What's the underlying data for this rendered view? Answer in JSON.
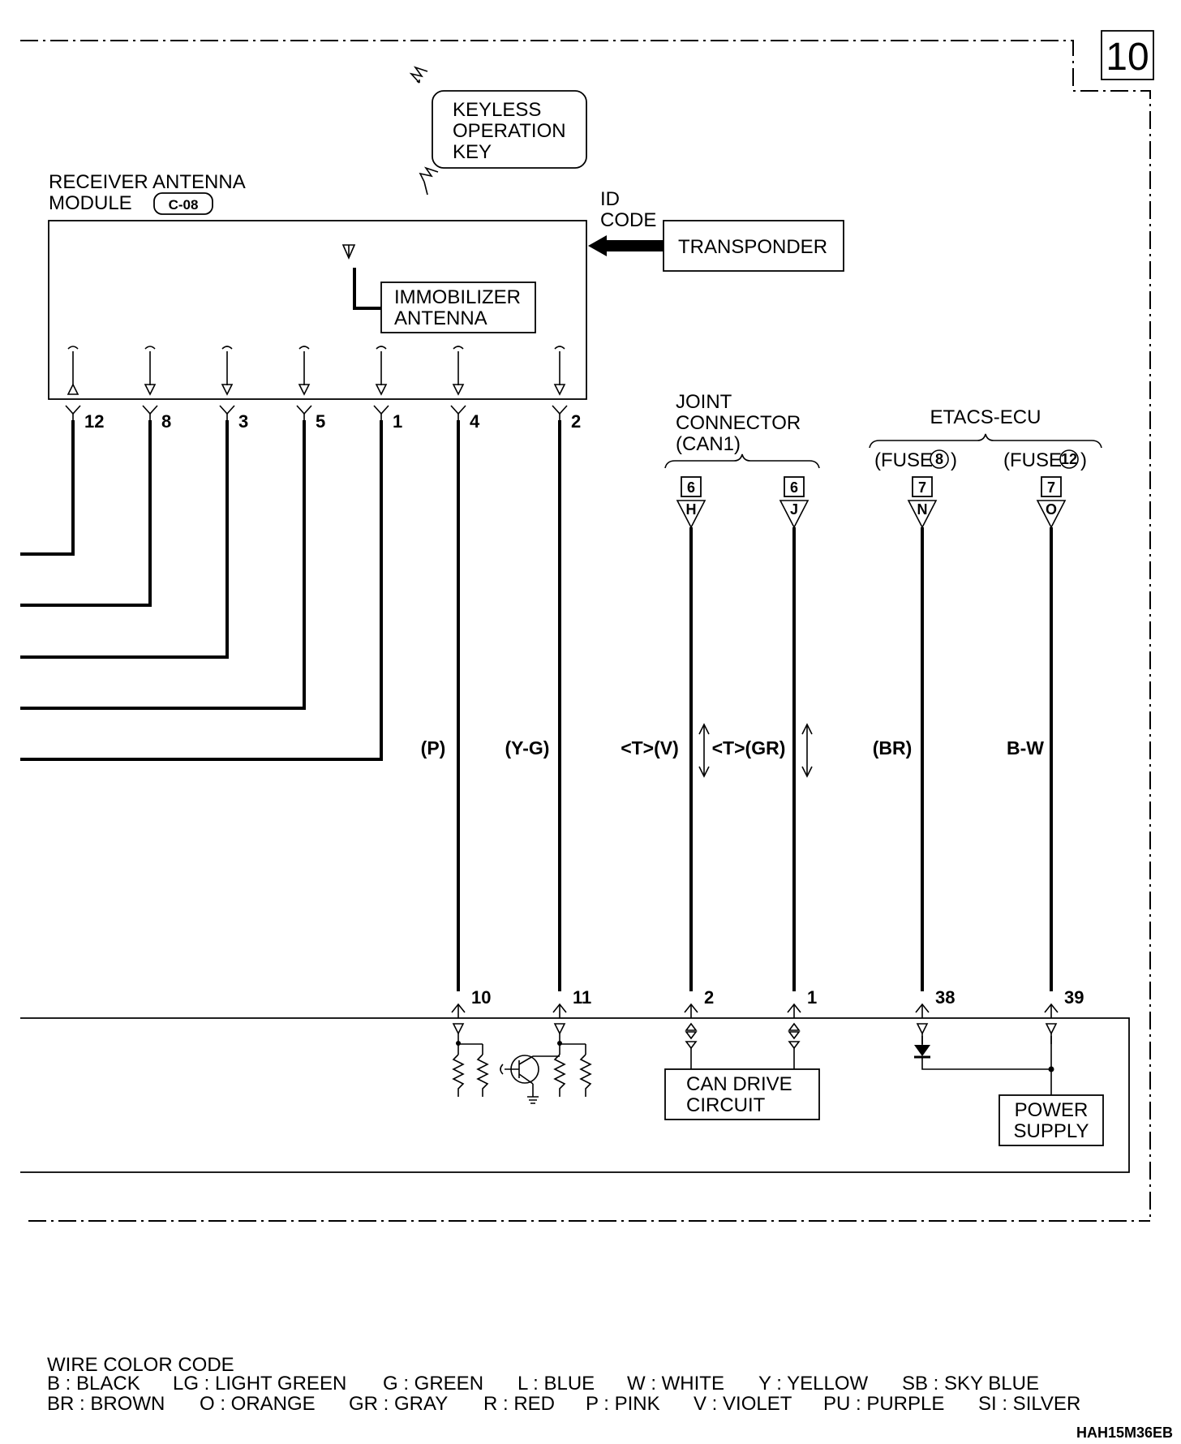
{
  "page_number": "10",
  "keyless_key": {
    "lines": [
      "KEYLESS",
      "OPERATION",
      "KEY"
    ]
  },
  "receiver_module": {
    "lines": [
      "RECEIVER ANTENNA",
      "MODULE"
    ],
    "connector": "C-08"
  },
  "id_code": {
    "lines": [
      "ID",
      "CODE"
    ]
  },
  "transponder": {
    "label": "TRANSPONDER"
  },
  "immobilizer": {
    "lines": [
      "IMMOBILIZER",
      "ANTENNA"
    ]
  },
  "receiver_pins": [
    "12",
    "8",
    "3",
    "5",
    "1",
    "4",
    "2"
  ],
  "joint_connector": {
    "lines": [
      "JOINT",
      "CONNECTOR",
      "(CAN1)"
    ],
    "pins": [
      {
        "num": "6",
        "letter": "H"
      },
      {
        "num": "6",
        "letter": "J"
      }
    ]
  },
  "etacs": {
    "label": "ETACS-ECU",
    "fuse_prefix": "(FUSE",
    "fuse_suffix": ")",
    "fuses": [
      "8",
      "12"
    ],
    "pins": [
      {
        "num": "7",
        "letter": "N"
      },
      {
        "num": "7",
        "letter": "O"
      }
    ]
  },
  "wire_colors": [
    {
      "text": "(P)"
    },
    {
      "text": "(Y-G)"
    },
    {
      "text": "<T>(V)"
    },
    {
      "text": "<T>(GR)"
    },
    {
      "text": "(BR)"
    },
    {
      "text": "B-W"
    }
  ],
  "bottom_pins": [
    "10",
    "11",
    "2",
    "1",
    "38",
    "39"
  ],
  "can_drive": {
    "lines": [
      "CAN DRIVE",
      "CIRCUIT"
    ]
  },
  "power_supply": {
    "lines": [
      "POWER",
      "SUPPLY"
    ]
  },
  "legend": {
    "title": "WIRE COLOR CODE",
    "row1": [
      "B : BLACK",
      "LG : LIGHT GREEN",
      "G : GREEN",
      "L : BLUE",
      "W : WHITE",
      "Y : YELLOW",
      "SB : SKY BLUE"
    ],
    "row2": [
      "BR : BROWN",
      "O : ORANGE",
      "GR : GRAY",
      "R : RED",
      "P : PINK",
      "V : VIOLET",
      "PU : PURPLE",
      "SI : SILVER"
    ]
  },
  "figure_code": "HAH15M36EB"
}
